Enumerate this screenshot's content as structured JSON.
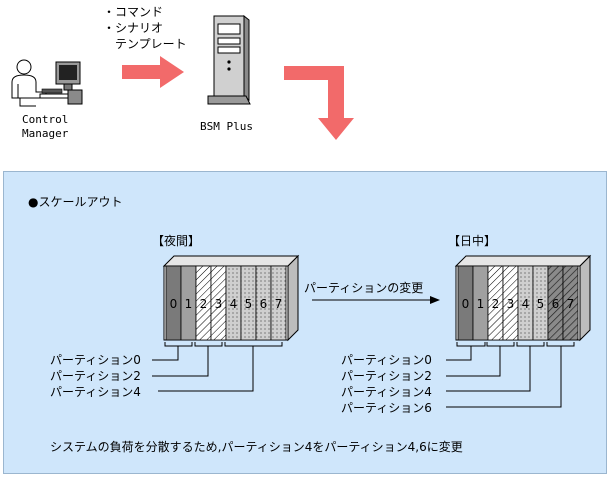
{
  "top": {
    "items": [
      "・コマンド",
      "・シナリオ",
      "　テンプレート"
    ],
    "control_manager_label": [
      "Control",
      "Manager"
    ],
    "bsm_plus_label": "BSM Plus"
  },
  "panel": {
    "title": "●スケールアウト",
    "night_label": "【夜間】",
    "day_label": "【日中】",
    "change_label": "パーティションの変更",
    "partition_numbers": [
      "0",
      "1",
      "2",
      "3",
      "4",
      "5",
      "6",
      "7"
    ],
    "night_partitions": [
      "パーティション0",
      "パーティション2",
      "パーティション4"
    ],
    "day_partitions": [
      "パーティション0",
      "パーティション2",
      "パーティション4",
      "パーティション6"
    ],
    "caption": "システムの負荷を分散するため,パーティション4をパーティション4,6に変更"
  },
  "colors": {
    "panel_bg": "#cfe6fb",
    "arrow": "#f26a6a",
    "slot_dark": "#7a7a7a",
    "slot_mid": "#a0a0a0"
  }
}
